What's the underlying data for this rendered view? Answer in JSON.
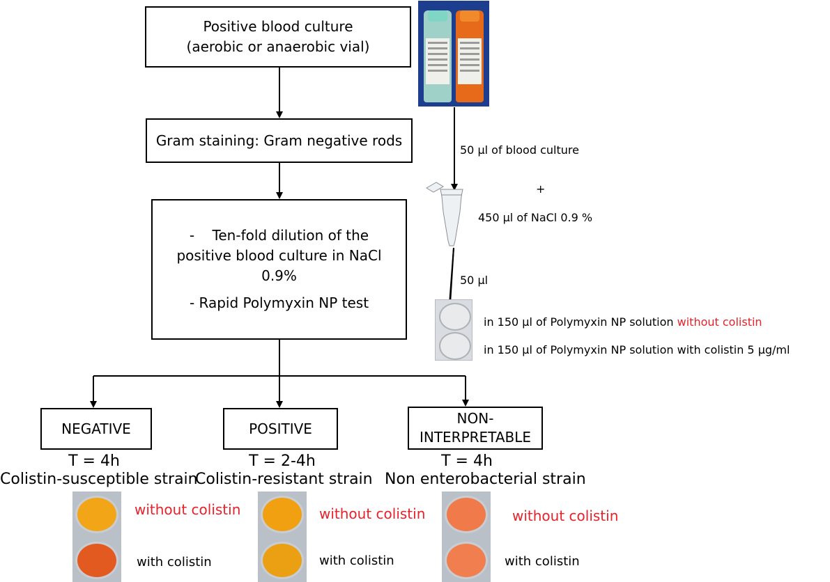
{
  "boxes": {
    "blood_culture": {
      "line1": "Positive blood culture",
      "line2": "(aerobic or anaerobic vial)"
    },
    "gram": {
      "text": "Gram staining: Gram negative rods"
    },
    "dilution": {
      "line1": "-    Ten-fold dilution of the",
      "line2": "positive blood culture in NaCl",
      "line3": "0.9%",
      "line4": "- Rapid Polymyxin NP test"
    },
    "negative": {
      "text": "NEGATIVE"
    },
    "positive": {
      "text": "POSITIVE"
    },
    "non_interpretable": {
      "line1": "NON-",
      "line2": "INTERPRETABLE"
    }
  },
  "procedure": {
    "step_blood": "50 µl of blood culture",
    "plus": "+",
    "step_nacl": "450 µl of NaCl 0.9 %",
    "step_50": "50 µl",
    "well1_prefix": "in 150 µl of Polymyxin NP solution ",
    "well1_red": "without colistin",
    "well2": "in 150 µl of Polymyxin NP solution with colistin 5 µg/ml"
  },
  "results": {
    "negative": {
      "time": "T = 4h",
      "desc": "Colistin-susceptible strain"
    },
    "positive": {
      "time": "T = 2-4h",
      "desc": "Colistin-resistant strain"
    },
    "non_interpretable": {
      "time": "T = 4h",
      "desc": "Non enterobacterial strain"
    }
  },
  "well_labels": {
    "without": "without colistin",
    "with": "with colistin"
  },
  "colors": {
    "red_text": "#e8212a",
    "well_yellow": "#f2a516",
    "well_orange_red": "#e25a1f",
    "well_light_orange": "#f0a010",
    "well_salmon": "#f07a4a"
  }
}
